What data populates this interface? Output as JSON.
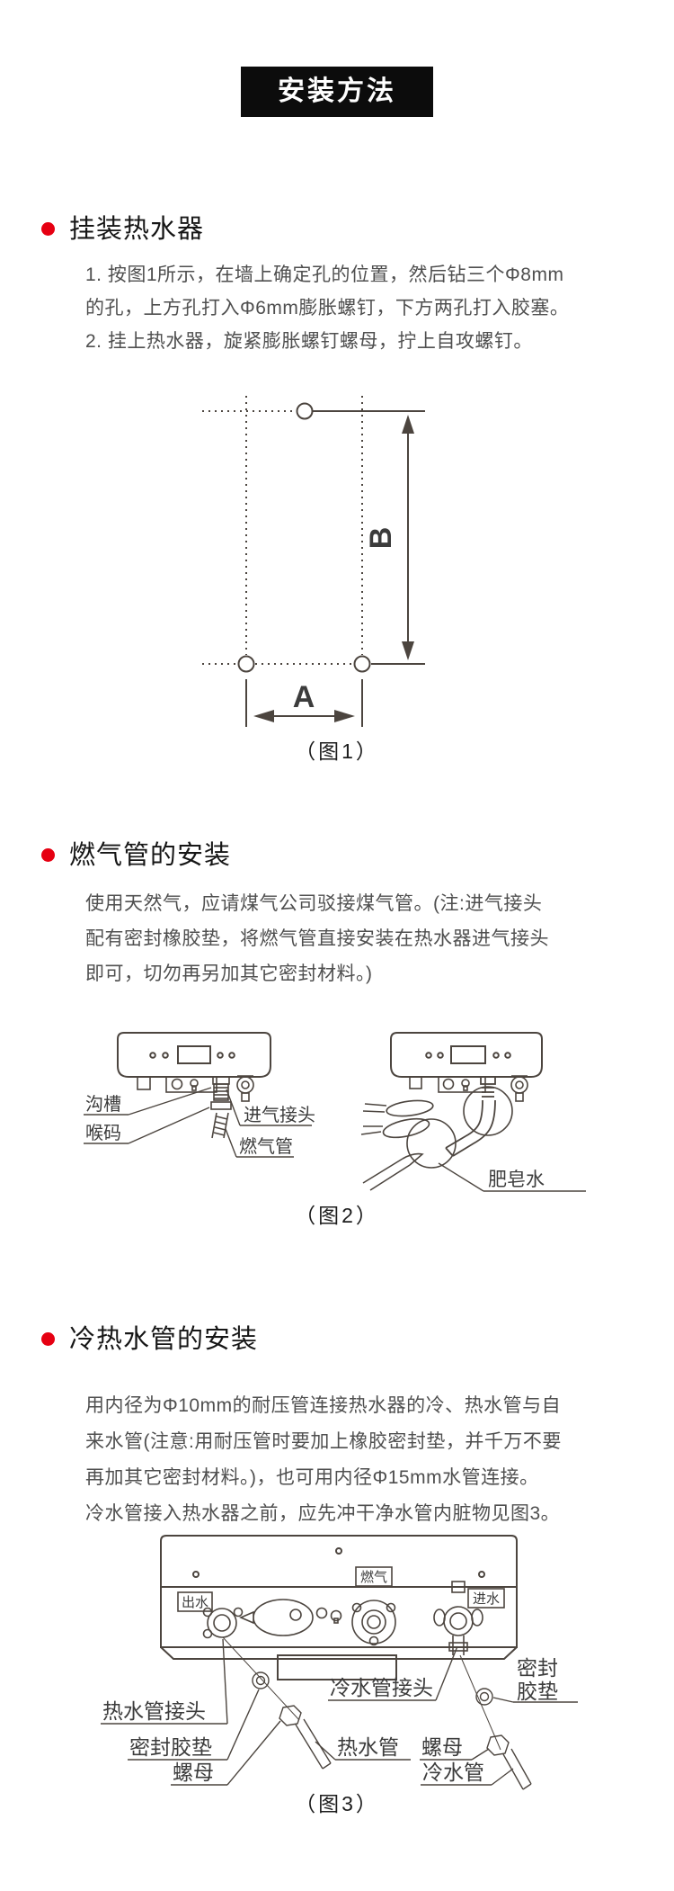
{
  "page": {
    "title": "安装方法"
  },
  "colors": {
    "accent": "#e60012",
    "ink": "#4f4f4f",
    "line_art": "#4c453f"
  },
  "sections": [
    {
      "id": "hang-heater",
      "heading": "挂装热水器",
      "lines": [
        "1. 按图1所示，在墙上确定孔的位置，然后钻三个Φ8mm",
        "的孔，上方孔打入Φ6mm膨胀螺钉，下方两孔打入胶塞。",
        "2. 挂上热水器，旋紧膨胀螺钉螺母，拧上自攻螺钉。"
      ],
      "figure": {
        "caption": "（图1）",
        "dim_horizontal": "A",
        "dim_vertical": "B"
      }
    },
    {
      "id": "gas-pipe",
      "heading": "燃气管的安装",
      "lines": [
        "使用天然气，应请煤气公司驳接煤气管。(注:进气接头",
        "配有密封橡胶垫，将燃气管直接安装在热水器进气接头",
        "即可，切勿再另加其它密封材料。)"
      ],
      "figure": {
        "caption": "（图2）",
        "labels": {
          "groove": "沟槽",
          "hose_clamp": "喉码",
          "gas_inlet_connector": "进气接头",
          "gas_pipe": "燃气管",
          "soapy_water": "肥皂水"
        }
      }
    },
    {
      "id": "water-pipes",
      "heading": "冷热水管的安装",
      "lines": [
        "用内径为Φ10mm的耐压管连接热水器的冷、热水管与自",
        "来水管(注意:用耐压管时要加上橡胶密封垫，并千万不要",
        "再加其它密封材料。)，也可用内径Φ15mm水管连接。",
        "冷水管接入热水器之前，应先冲干净水管内脏物见图3。"
      ],
      "figure": {
        "caption": "（图3）",
        "port_labels": {
          "hot_out": "出水",
          "gas": "燃气",
          "cold_in": "进水"
        },
        "labels": {
          "hot_pipe_connector": "热水管接头",
          "seal_gasket_left": "密封胶垫",
          "nut_left": "螺母",
          "cold_pipe_connector": "冷水管接头",
          "hot_pipe": "热水管",
          "nut_right": "螺母",
          "seal_gasket_right_line1": "密封",
          "seal_gasket_right_line2": "胶垫",
          "cold_pipe": "冷水管"
        }
      }
    }
  ]
}
